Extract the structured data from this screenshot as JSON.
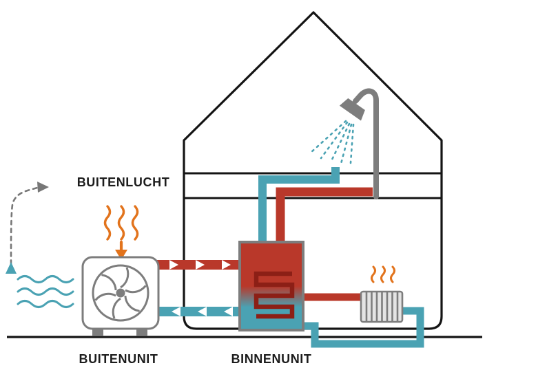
{
  "labels": {
    "outside_air": "BUITENLUCHT",
    "outdoor_unit": "BUITENUNIT",
    "indoor_unit": "BINNENUNIT"
  },
  "colors": {
    "hot": "#b9382a",
    "cold": "#4aa2b3",
    "heat": "#e2731c",
    "unit_gray": "#7d7d7d",
    "exhaust_gray": "#777777",
    "coil": "#8c1f16",
    "outline": "#141414",
    "label_text": "#1c1c1c",
    "flow_arrows": "#ffffff",
    "background": "#ffffff"
  }
}
